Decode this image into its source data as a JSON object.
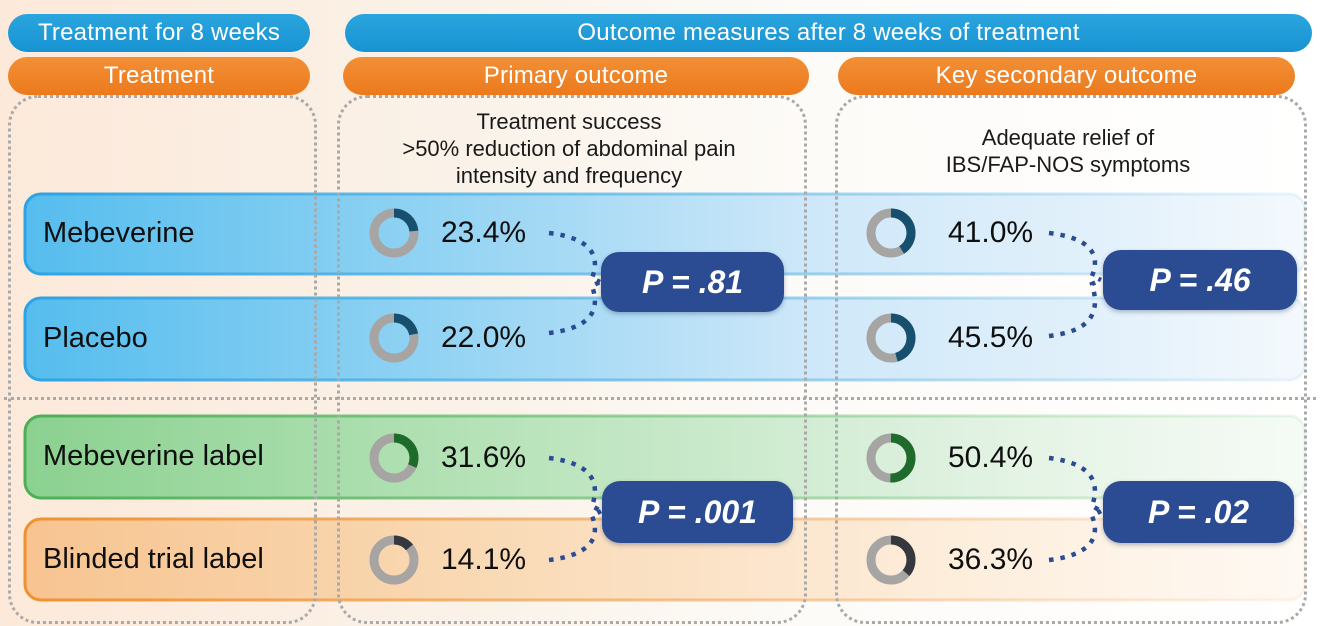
{
  "header": {
    "treatment_period_label": "Treatment for 8 weeks",
    "outcomes_label": "Outcome measures after 8 weeks of treatment"
  },
  "columns": {
    "treatment_label": "Treatment",
    "primary_label": "Primary outcome",
    "primary_description_line1": "Treatment success",
    "primary_description_line2": ">50% reduction of abdominal pain",
    "primary_description_line3": "intensity and frequency",
    "secondary_label": "Key secondary outcome",
    "secondary_description_line1": "Adequate relief of",
    "secondary_description_line2": "IBS/FAP-NOS symptoms"
  },
  "groups": [
    {
      "rows": [
        {
          "treatment": "Mebeverine",
          "primary": {
            "value": 23.4,
            "label": "23.4%",
            "color": "#17506f"
          },
          "secondary": {
            "value": 41.0,
            "label": "41.0%",
            "color": "#17506f"
          }
        },
        {
          "treatment": "Placebo",
          "primary": {
            "value": 22.0,
            "label": "22.0%",
            "color": "#17506f"
          },
          "secondary": {
            "value": 45.5,
            "label": "45.5%",
            "color": "#17506f"
          }
        }
      ],
      "primary_p_label": "P = .81",
      "secondary_p_label": "P = .46"
    },
    {
      "rows": [
        {
          "treatment": "Mebeverine label",
          "primary": {
            "value": 31.6,
            "label": "31.6%",
            "color": "#1e6b2c"
          },
          "secondary": {
            "value": 50.4,
            "label": "50.4%",
            "color": "#1e6b2c"
          }
        },
        {
          "treatment": "Blinded trial label",
          "primary": {
            "value": 14.1,
            "label": "14.1%",
            "color": "#35393d"
          },
          "secondary": {
            "value": 36.3,
            "label": "36.3%",
            "color": "#35393d"
          }
        }
      ],
      "primary_p_label": "P = .001",
      "secondary_p_label": "P = .02"
    }
  ],
  "colors": {
    "blue_header": "#1c9ad6",
    "orange_header": "#ef8127",
    "p_badge": "#2b4c93",
    "blue_row_fill": "#55bdee",
    "blue_row_border": "#2ea3e3",
    "green_row_fill": "#8bd190",
    "green_row_border": "#4caf55",
    "orange_row_fill": "#f7c491",
    "orange_row_border": "#ef9130",
    "donut_track": "#a7a5a3",
    "navy_arc": "#17506f",
    "green_arc": "#1e6b2c",
    "dark_arc": "#35393d",
    "connector": "#2b4c93",
    "dashed_border": "#a9a9a9",
    "background_left": "#fbeee2"
  }
}
